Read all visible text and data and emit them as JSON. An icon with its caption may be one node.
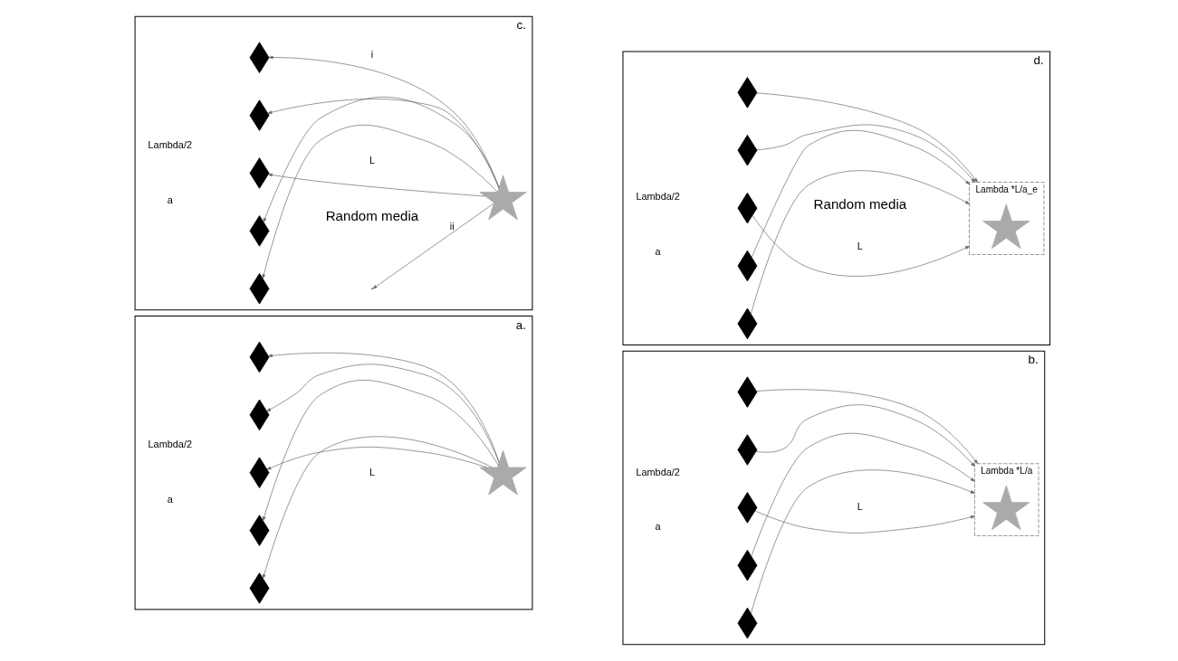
{
  "diagram": {
    "nodes": [
      {
        "text": [
          "a."
        ]
      },
      {
        "text": [],
        "shape": "diamond",
        "in": 0
      },
      {
        "text": [],
        "shape": "diamond",
        "in": 0
      },
      {
        "text": [],
        "shape": "diamond",
        "in": 0
      },
      {
        "text": [],
        "shape": "diamond",
        "in": 0
      },
      {
        "text": [],
        "shape": "diamond",
        "in": 0
      },
      {
        "text": [],
        "shape": "star",
        "in": 0
      },
      {
        "text": [
          "b."
        ]
      },
      {
        "text": [],
        "shape": "diamond",
        "in": 7
      },
      {
        "text": [],
        "shape": "diamond",
        "in": 7
      },
      {
        "text": [],
        "shape": "diamond",
        "in": 7
      },
      {
        "text": [],
        "shape": "diamond",
        "in": 7
      },
      {
        "text": [],
        "shape": "diamond",
        "in": 7
      },
      {
        "text": [
          "Lambda *L/a"
        ],
        "in": 7
      },
      {
        "text": [],
        "shape": "star",
        "in": 13
      },
      {
        "text": [
          "c."
        ]
      },
      {
        "text": [],
        "shape": "diamond",
        "in": 15
      },
      {
        "text": [],
        "shape": "diamond",
        "in": 15
      },
      {
        "text": [],
        "shape": "diamond",
        "in": 15
      },
      {
        "text": [],
        "shape": "diamond",
        "in": 15
      },
      {
        "text": [],
        "shape": "diamond",
        "in": 15
      },
      {
        "text": [],
        "shape": "star",
        "in": 15
      },
      {
        "text": [
          "d."
        ]
      },
      {
        "text": [],
        "shape": "diamond",
        "in": 22
      },
      {
        "text": [],
        "shape": "diamond",
        "in": 22
      },
      {
        "text": [],
        "shape": "diamond",
        "in": 22
      },
      {
        "text": [],
        "shape": "diamond",
        "in": 22
      },
      {
        "text": [],
        "shape": "diamond",
        "in": 22
      },
      {
        "text": [
          "Lambda *L/a_e"
        ],
        "in": 22
      },
      {
        "text": [],
        "shape": "star",
        "in": 28
      }
    ],
    "edges": [
      {
        "from": 6,
        "to": 1,
        "arrow": "to"
      },
      {
        "from": 6,
        "to": 2,
        "arrow": "to"
      },
      {
        "from": 6,
        "to": 3,
        "arrow": "to"
      },
      {
        "from": 6,
        "to": 4,
        "arrow": "to"
      },
      {
        "from": 6,
        "to": 5,
        "arrow": "to"
      },
      {
        "from": 8,
        "to": 14,
        "arrow": "to"
      },
      {
        "from": 9,
        "to": 14,
        "arrow": "to"
      },
      {
        "from": 10,
        "to": 14,
        "arrow": "to"
      },
      {
        "from": 11,
        "to": 14,
        "arrow": "to"
      },
      {
        "from": 12,
        "to": 14,
        "arrow": "to"
      },
      {
        "from": 21,
        "to": 16,
        "arrow": "to",
        "label": "i"
      },
      {
        "from": 21,
        "to": 17,
        "arrow": "to"
      },
      {
        "from": 21,
        "to": 18,
        "arrow": "to"
      },
      {
        "from": 21,
        "to": 19,
        "arrow": "to"
      },
      {
        "from": 21,
        "to": 20,
        "arrow": "to"
      },
      {
        "from": 21,
        "to": null,
        "arrow": "to",
        "label": "ii"
      },
      {
        "from": 23,
        "to": 29,
        "arrow": "to"
      },
      {
        "from": 24,
        "to": 29,
        "arrow": "to"
      },
      {
        "from": 25,
        "to": 29,
        "arrow": "to"
      },
      {
        "from": 26,
        "to": 29,
        "arrow": "to"
      },
      {
        "from": 27,
        "to": 29,
        "arrow": "to"
      }
    ],
    "labels": [
      "Lambda/2",
      "a",
      "L",
      "Lambda/2",
      "a",
      "L",
      "Lambda/2",
      "Random media",
      "a",
      "L",
      "Lambda/2",
      "Random media",
      "a",
      "L"
    ]
  }
}
